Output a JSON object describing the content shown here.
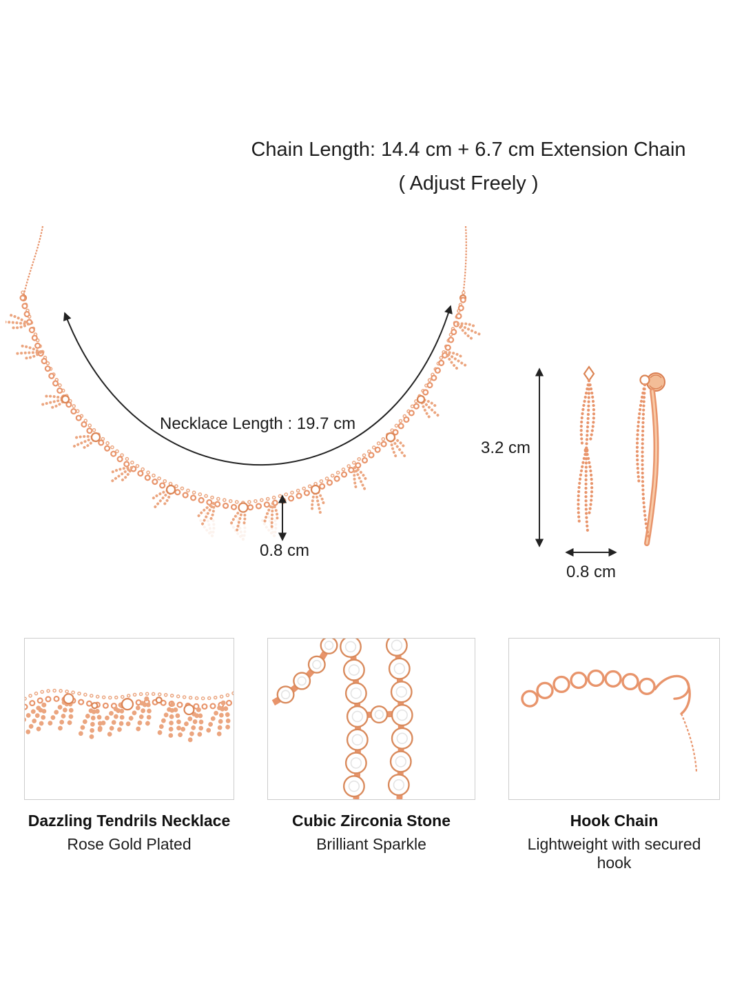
{
  "header": {
    "chain_length": "Chain Length: 14.4 cm + 6.7 cm Extension Chain",
    "adjust_freely": "( Adjust Freely )"
  },
  "measurements": {
    "necklace_length": "Necklace Length : 19.7 cm",
    "necklace_band_width": "0.8 cm",
    "earring_height": "3.2 cm",
    "earring_width": "0.8 cm"
  },
  "cards": [
    {
      "title": "Dazzling Tendrils Necklace",
      "subtitle": "Rose Gold Plated"
    },
    {
      "title": "Cubic Zirconia Stone",
      "subtitle": "Brilliant Sparkle"
    },
    {
      "title": "Hook Chain",
      "subtitle": "Lightweight with secured hook"
    }
  ],
  "illustrations": {
    "necklace": "rose-gold-tendril-necklace",
    "earrings": "rose-gold-tendril-drop-earrings",
    "closeups": [
      "necklace-closeup",
      "cubic-zirconia-closeup",
      "hook-chain-closeup"
    ]
  },
  "colors": {
    "background": "#FFFFFF",
    "rose_gold": "#E8946B",
    "rose_gold_dark": "#D97E52",
    "stone": "#FFFFFF",
    "annotation": "#1B1B1B",
    "card_border": "#CCCCCC"
  }
}
